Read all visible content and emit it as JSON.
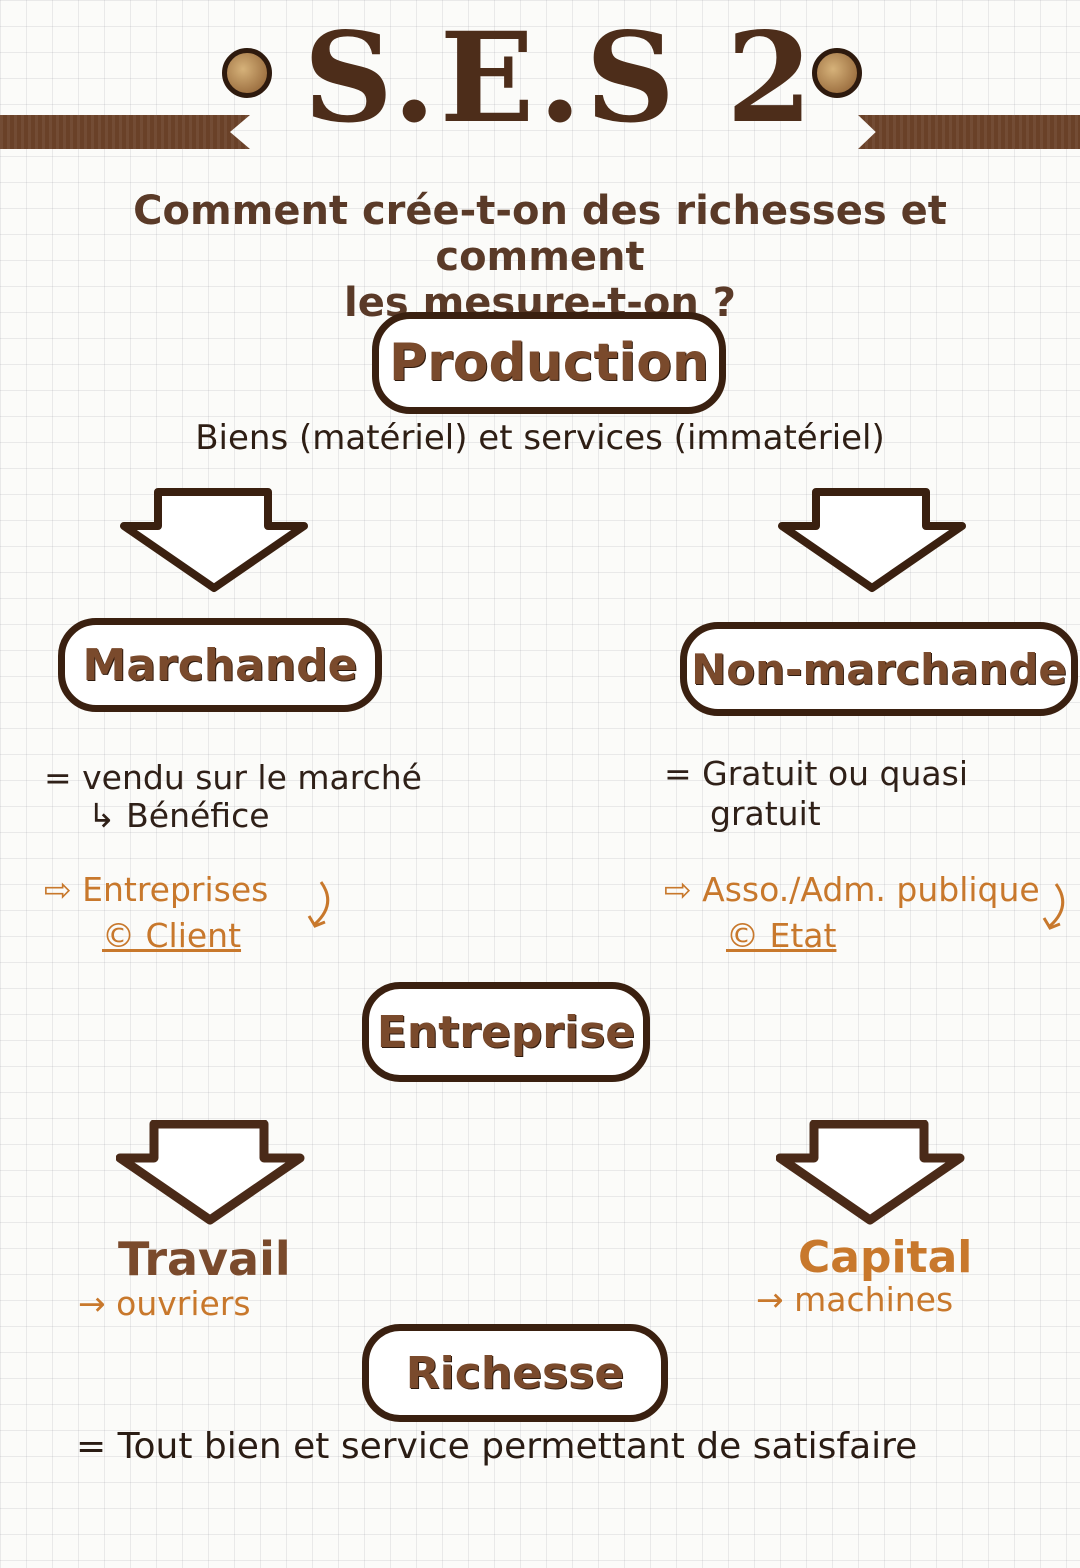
{
  "header": {
    "title": "S.E.S 2",
    "question_line1": "Comment crée-t-on des richesses et comment",
    "question_line2": "les mesure-t-on ?"
  },
  "production": {
    "label": "Production",
    "description": "Biens (matériel) et services (immatériel)"
  },
  "marchande": {
    "label": "Marchande",
    "definition": "= vendu sur le marché",
    "sub": "↳ Bénéfice",
    "actor": "⇨ Entreprises",
    "payer": "© Client"
  },
  "non_marchande": {
    "label": "Non-marchande",
    "definition_line1": "= Gratuit ou quasi",
    "definition_line2": "gratuit",
    "actor": "⇨ Asso./Adm. publique",
    "payer": "© Etat"
  },
  "entreprise": {
    "label": "Entreprise"
  },
  "travail": {
    "label": "Travail",
    "detail": "→ ouvriers"
  },
  "capital": {
    "label": "Capital",
    "detail": "→ machines"
  },
  "richesse": {
    "label": "Richesse",
    "definition": "= Tout bien et service permettant de satisfaire"
  }
}
